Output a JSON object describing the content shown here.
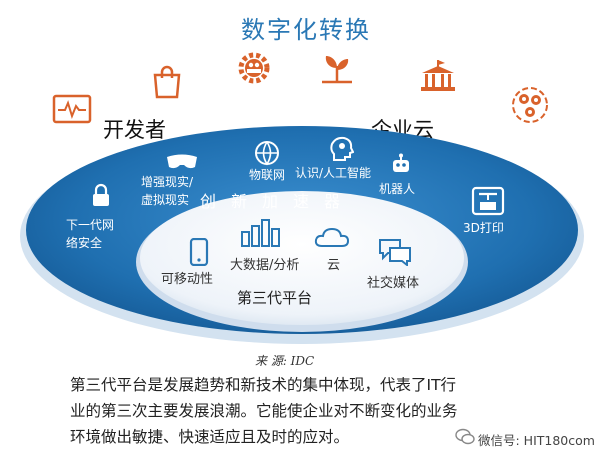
{
  "header": {
    "title": "数字化转换"
  },
  "sides": {
    "developer": "开发者",
    "enterprise_cloud": "企业云"
  },
  "outer_ring": {
    "accelerator": "创新加速器",
    "items": {
      "ar_vr_line1": "增强现实/",
      "ar_vr_line2": "虚拟现实",
      "iot": "物联网",
      "cognitive_ai": "认识/人工智能",
      "robot": "机器人",
      "security_line1": "下一代网",
      "security_line2": "络安全",
      "printing_3d": "3D打印"
    }
  },
  "platform": {
    "mobility": "可移动性",
    "bigdata": "大数据/分析",
    "cloud": "云",
    "social": "社交媒体",
    "name": "第三代平台"
  },
  "source": "来 源: IDC",
  "paragraph": {
    "line1": "第三代平台是发展趋势和新技术的集中体现，代表了IT行",
    "line2": "业的第三次主要发展浪潮。它能使企业对不断变化的业务",
    "line3": "环境做出敏捷、快速适应且及时的应对。"
  },
  "footer": {
    "wechat": "微信号: HIT180com"
  },
  "colors": {
    "title_blue": "#2a78b5",
    "ring_blue": "#1f6fb0",
    "orange": "#d9622b",
    "inner_white": "#f4f7fb"
  }
}
